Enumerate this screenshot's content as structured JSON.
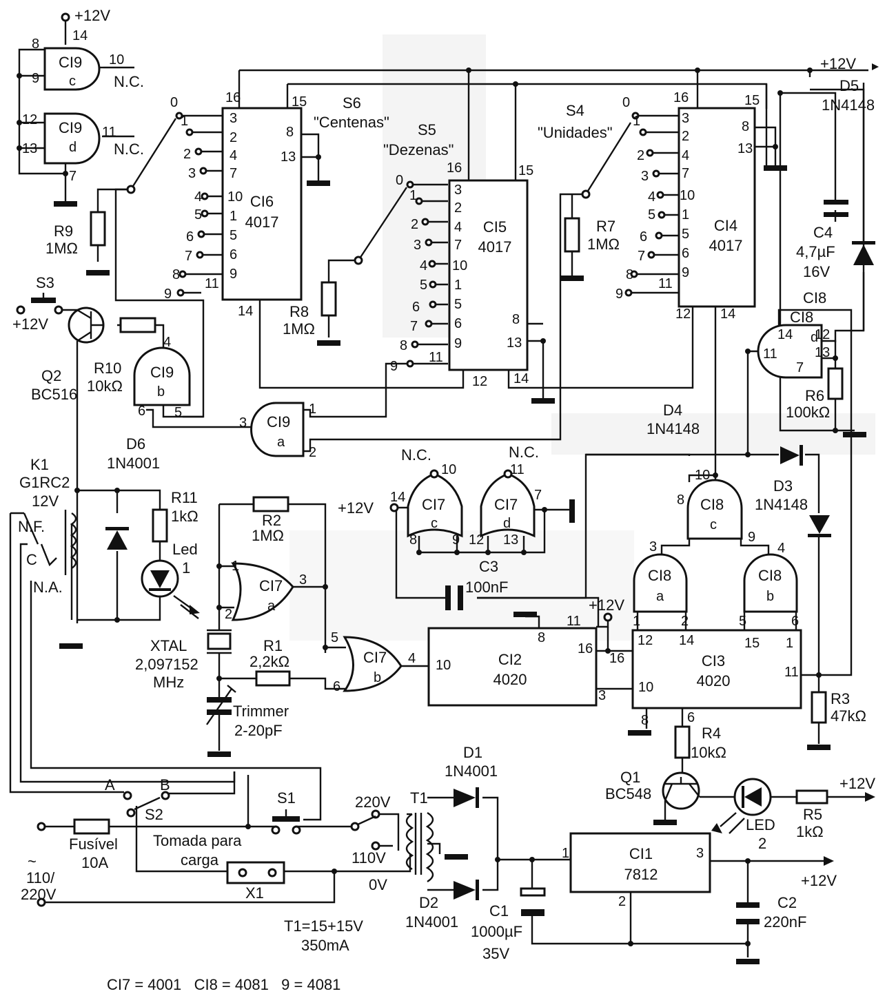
{
  "supply_top_left": "+12V",
  "supply_top_right": "+12V",
  "supply_cl7": "+12V",
  "supply_s3": "+12V",
  "supply_ci3": "+12V",
  "supply_q1": "+12V",
  "supply_out": "+12V",
  "nc": "N.C.",
  "ci9c": {
    "name": "CI9",
    "sub": "c"
  },
  "ci9d": {
    "name": "CI9",
    "sub": "d"
  },
  "ci9a": {
    "name": "CI9",
    "sub": "a"
  },
  "ci9b": {
    "name": "CI9",
    "sub": "b"
  },
  "ci7c": {
    "name": "CI7",
    "sub": "c"
  },
  "ci7d": {
    "name": "CI7",
    "sub": "d"
  },
  "ci7a": {
    "name": "CI7",
    "sub": "a"
  },
  "ci7b": {
    "name": "CI7",
    "sub": "b"
  },
  "ci8a": {
    "name": "CI8",
    "sub": "a"
  },
  "ci8b": {
    "name": "CI8",
    "sub": "b"
  },
  "ci8c": {
    "name": "CI8",
    "sub": "c"
  },
  "ci8d": {
    "name": "CI8",
    "sub": "d"
  },
  "ci6": {
    "name": "CI6",
    "part": "4017"
  },
  "ci5": {
    "name": "CI5",
    "part": "4017"
  },
  "ci4": {
    "name": "CI4",
    "part": "4017"
  },
  "ci2": {
    "name": "CI2",
    "part": "4020"
  },
  "ci3": {
    "name": "CI3",
    "part": "4020"
  },
  "ci1": {
    "name": "CI1",
    "part": "7812"
  },
  "s6": {
    "name": "S6",
    "label": "\"Centenas\""
  },
  "s5": {
    "name": "S5",
    "label": "\"Dezenas\""
  },
  "s4": {
    "name": "S4",
    "label": "\"Unidades\""
  },
  "r9": {
    "name": "R9",
    "value": "1MΩ"
  },
  "r8": {
    "name": "R8",
    "value": "1MΩ"
  },
  "r7": {
    "name": "R7",
    "value": "1MΩ"
  },
  "r10": {
    "name": "R10",
    "value": "10kΩ"
  },
  "r11": {
    "name": "R11",
    "value": "1kΩ"
  },
  "r2": {
    "name": "R2",
    "value": "1MΩ"
  },
  "r1": {
    "name": "R1",
    "value": "2,2kΩ"
  },
  "r6": {
    "name": "R6",
    "value": "100kΩ"
  },
  "r3": {
    "name": "R3",
    "value": "47kΩ"
  },
  "r4": {
    "name": "R4",
    "value": "10kΩ"
  },
  "r5": {
    "name": "R5",
    "value": "1kΩ"
  },
  "s3": "S3",
  "q2": {
    "name": "Q2",
    "part": "BC516"
  },
  "q1": {
    "name": "Q1",
    "part": "BC548"
  },
  "k1": {
    "name": "K1",
    "part": "G1RC2",
    "volt": "12V",
    "nf": "N.F.",
    "c": "C",
    "na": "N.A."
  },
  "d6": {
    "name": "D6",
    "part": "1N4001"
  },
  "d5": {
    "name": "D5",
    "part": "1N4148"
  },
  "d4": {
    "name": "D4",
    "part": "1N4148"
  },
  "d3": {
    "name": "D3",
    "part": "1N4148"
  },
  "d1": {
    "name": "D1",
    "part": "1N4001"
  },
  "d2": {
    "name": "D2",
    "part": "1N4001"
  },
  "led1": {
    "name": "Led",
    "num": "1"
  },
  "led2": {
    "name": "LED",
    "num": "2"
  },
  "c4": {
    "name": "C4",
    "value": "4,7µF",
    "volt": "16V"
  },
  "c3": {
    "name": "C3",
    "value": "100nF"
  },
  "c1": {
    "name": "C1",
    "value": "1000µF",
    "volt": "35V"
  },
  "c2": {
    "name": "C2",
    "value": "220nF"
  },
  "xtal": {
    "name": "XTAL",
    "freq": "2,097152",
    "unit": "MHz"
  },
  "trimmer": {
    "name": "Trimmer",
    "value": "2-20pF"
  },
  "s2": {
    "name": "S2",
    "a": "A",
    "b": "B"
  },
  "s1": "S1",
  "fuse": {
    "name": "Fusível",
    "value": "10A"
  },
  "mains": {
    "symbol": "~",
    "line1": "110/",
    "line2": "220V"
  },
  "outlet": {
    "line1": "Tomada para",
    "line2": "carga",
    "name": "X1"
  },
  "t1": {
    "name": "T1",
    "tap220": "220V",
    "tap110": "110V",
    "tap0": "0V",
    "spec1": "T1=15+15V",
    "spec2": "350mA"
  },
  "note": "CI7 = 4001   CI8 = 4081   9 = 4081"
}
